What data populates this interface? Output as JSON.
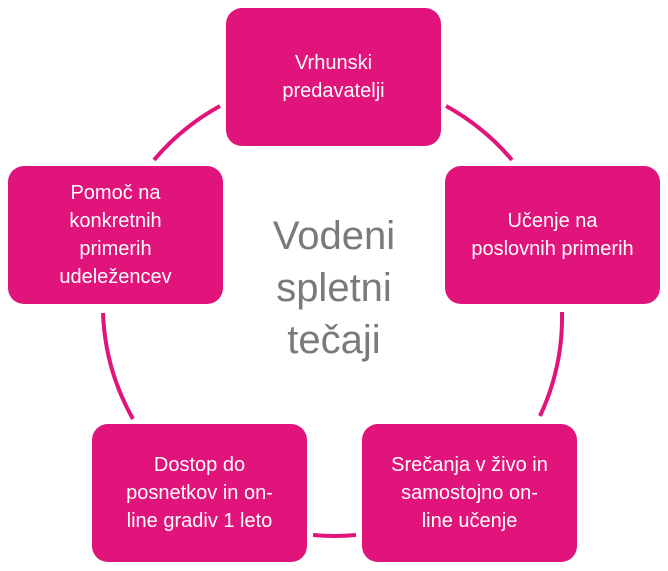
{
  "diagram": {
    "type": "cycle",
    "accent_color": "#e0147a",
    "center_text_color": "#7a7a7a",
    "center_label": "Vodeni\nspletni\ntečaji",
    "nodes": [
      {
        "label": "Vrhunski\npredavatelji"
      },
      {
        "label": "Učenje na\nposlovnih primerih"
      },
      {
        "label": "Srečanja v živo in\nsamostojno on-\nline učenje"
      },
      {
        "label": "Dostop do\nposnetkov in on-\nline gradiv 1 leto"
      },
      {
        "label": "Pomoč na\nkonkretnih\nprimerih\nudeležencev"
      }
    ]
  }
}
